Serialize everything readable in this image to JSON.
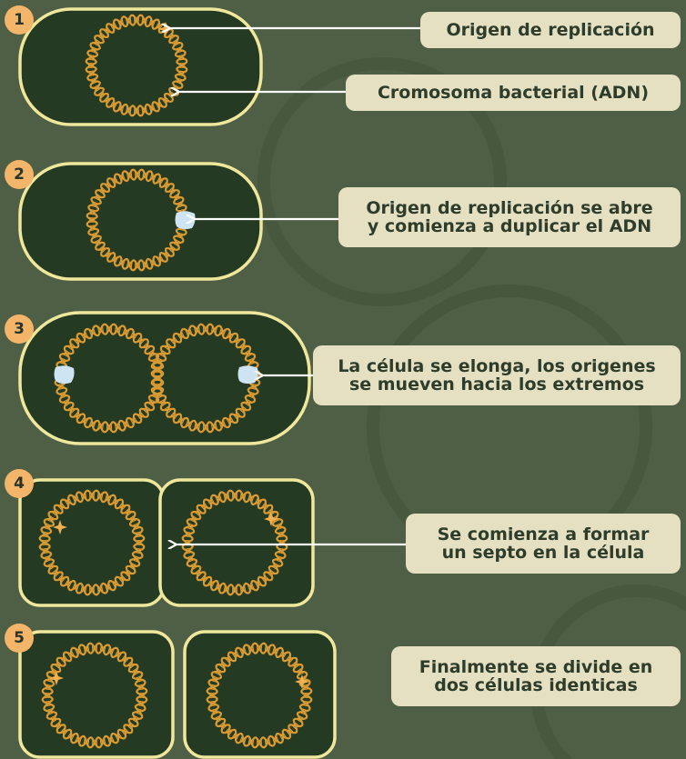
{
  "colors": {
    "background": "#4e5f45",
    "cell_fill": "#243a22",
    "cell_border": "#efe79c",
    "dna": "#d89a33",
    "origin_closed": "#f2b04e",
    "origin_open": "#cfe4f2",
    "badge": "#f3b56a",
    "label_bg": "#e6e0c2",
    "label_text": "#2e3d2b",
    "arrow": "#ffffff"
  },
  "steps": [
    {
      "number": "1",
      "origin_state": "closed",
      "labels": [
        {
          "lines": [
            "Origen de replicación"
          ]
        },
        {
          "lines": [
            "Cromosoma bacterial (ADN)"
          ]
        }
      ]
    },
    {
      "number": "2",
      "origin_state": "opening",
      "labels": [
        {
          "lines": [
            "Origen de replicación se abre",
            "y comienza a duplicar el ADN"
          ]
        }
      ]
    },
    {
      "number": "3",
      "origin_state": "moving-to-poles",
      "labels": [
        {
          "lines": [
            "La célula se elonga, los origenes",
            "se mueven hacia los extremos"
          ]
        }
      ]
    },
    {
      "number": "4",
      "origin_state": "septum-forming",
      "labels": [
        {
          "lines": [
            "Se comienza a formar",
            "un septo en la célula"
          ]
        }
      ]
    },
    {
      "number": "5",
      "origin_state": "divided",
      "labels": [
        {
          "lines": [
            "Finalmente se divide en",
            "dos células identicas"
          ]
        }
      ]
    }
  ]
}
